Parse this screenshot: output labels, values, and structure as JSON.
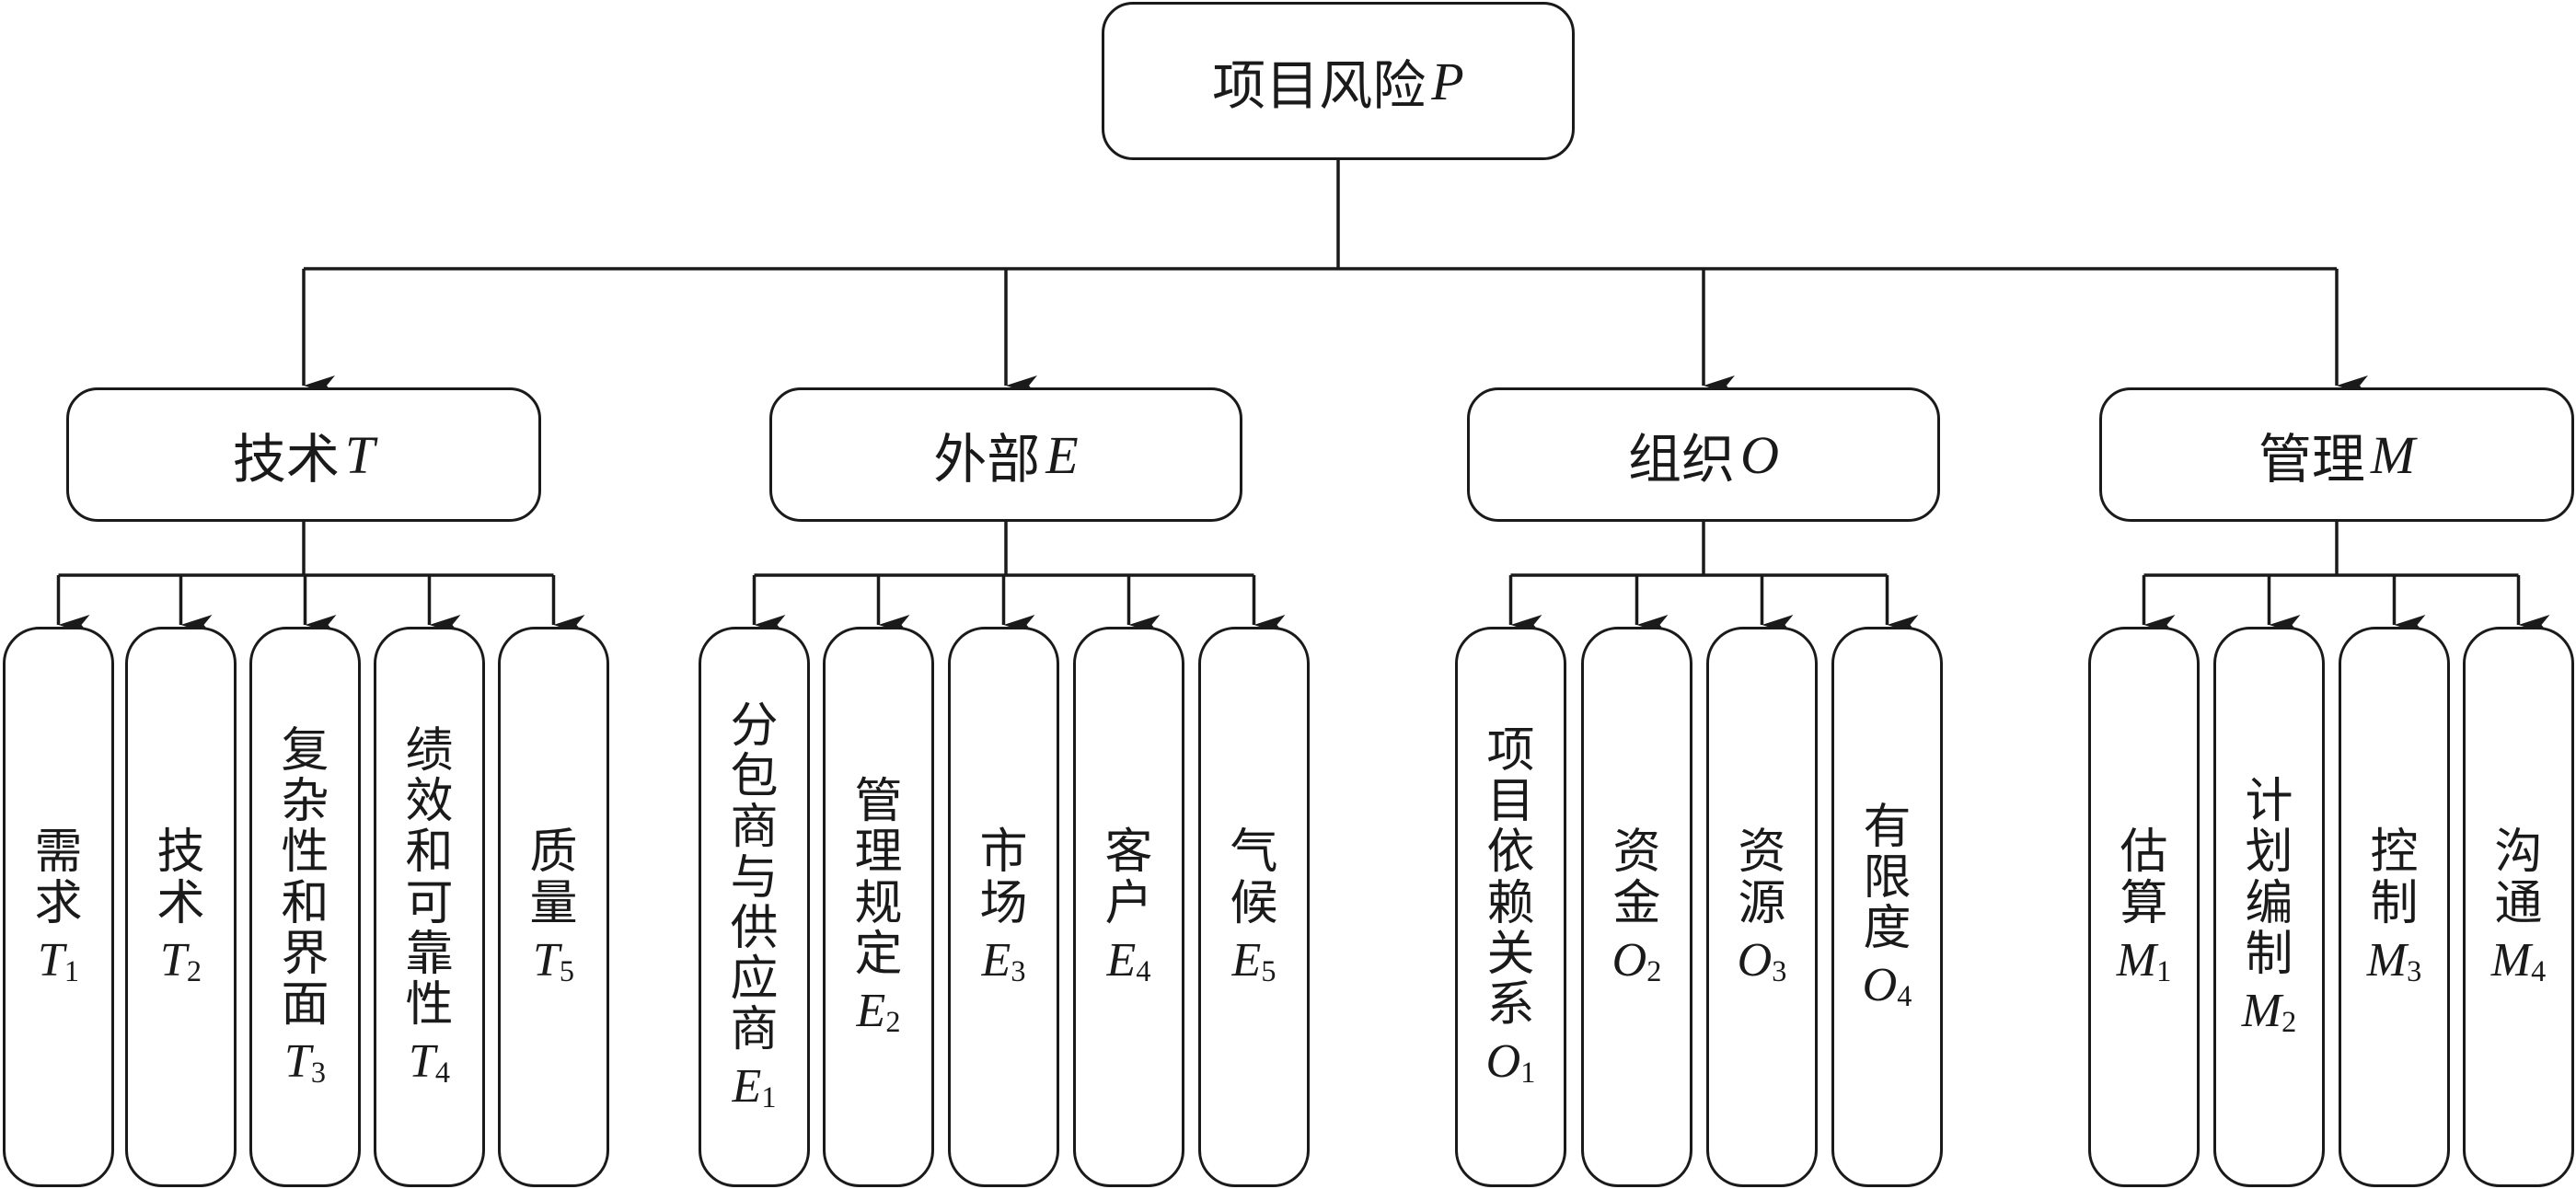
{
  "root": {
    "text": "项目风险",
    "symbol": "P"
  },
  "groups": [
    {
      "text": "技术",
      "symbol": "T",
      "items": [
        {
          "text": "需求",
          "symbol": "T",
          "sub": "1"
        },
        {
          "text": "技术",
          "symbol": "T",
          "sub": "2"
        },
        {
          "text": "复杂性和界面",
          "symbol": "T",
          "sub": "3"
        },
        {
          "text": "绩效和可靠性",
          "symbol": "T",
          "sub": "4"
        },
        {
          "text": "质量",
          "symbol": "T",
          "sub": "5"
        }
      ]
    },
    {
      "text": "外部",
      "symbol": "E",
      "items": [
        {
          "text": "分包商与供应商",
          "symbol": "E",
          "sub": "1"
        },
        {
          "text": "管理规定",
          "symbol": "E",
          "sub": "2"
        },
        {
          "text": "市场",
          "symbol": "E",
          "sub": "3"
        },
        {
          "text": "客户",
          "symbol": "E",
          "sub": "4"
        },
        {
          "text": "气候",
          "symbol": "E",
          "sub": "5"
        }
      ]
    },
    {
      "text": "组织",
      "symbol": "O",
      "items": [
        {
          "text": "项目依赖关系",
          "symbol": "O",
          "sub": "1"
        },
        {
          "text": "资金",
          "symbol": "O",
          "sub": "2"
        },
        {
          "text": "资源",
          "symbol": "O",
          "sub": "3"
        },
        {
          "text": "有限度",
          "symbol": "O",
          "sub": "4"
        }
      ]
    },
    {
      "text": "管理",
      "symbol": "M",
      "items": [
        {
          "text": "估算",
          "symbol": "M",
          "sub": "1"
        },
        {
          "text": "计划编制",
          "symbol": "M",
          "sub": "2"
        },
        {
          "text": "控制",
          "symbol": "M",
          "sub": "3"
        },
        {
          "text": "沟通",
          "symbol": "M",
          "sub": "4"
        }
      ]
    }
  ]
}
